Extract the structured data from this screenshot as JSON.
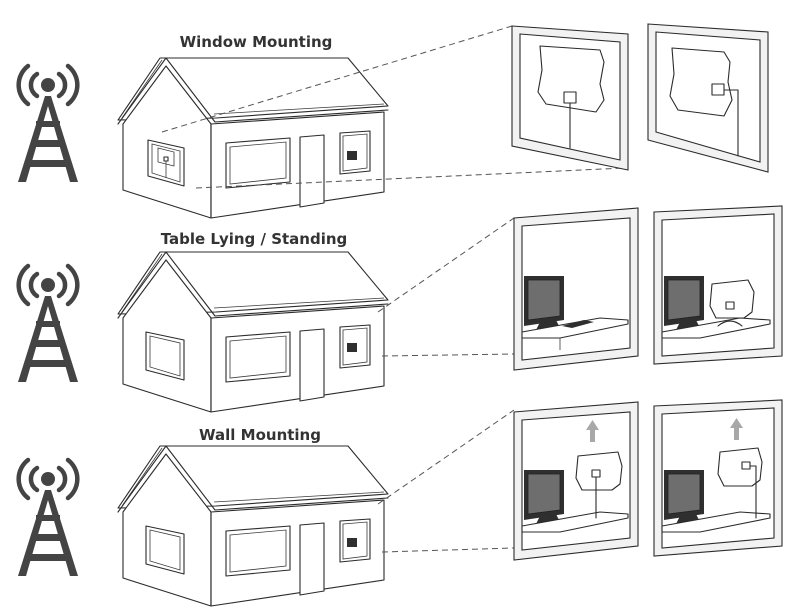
{
  "sections": [
    {
      "title": "Window Mounting"
    },
    {
      "title": "Table Lying / Standing"
    },
    {
      "title": "Wall Mounting"
    }
  ],
  "icons": {
    "tower": "radio-tower-icon",
    "up_arrow": "up-arrow-icon"
  },
  "colors": {
    "ink": "#2b2b2b",
    "tower": "#444444",
    "tv_screen": "#6e6e6e",
    "arrow": "#a8a8a8"
  }
}
